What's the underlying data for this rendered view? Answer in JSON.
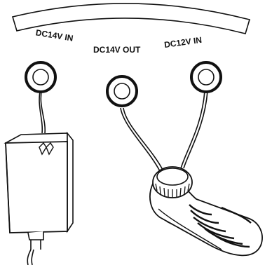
{
  "labels": {
    "dc14v_in": "DC14V IN",
    "dc14v_out": "DC14V OUT",
    "dc12v_in": "DC12V IN"
  },
  "colors": {
    "stroke": "#111111",
    "fill": "#ffffff"
  },
  "icons": {
    "adapter": "power-adapter-icon",
    "pedal": "foot-pedal-icon",
    "jack": "jack-socket-icon"
  }
}
